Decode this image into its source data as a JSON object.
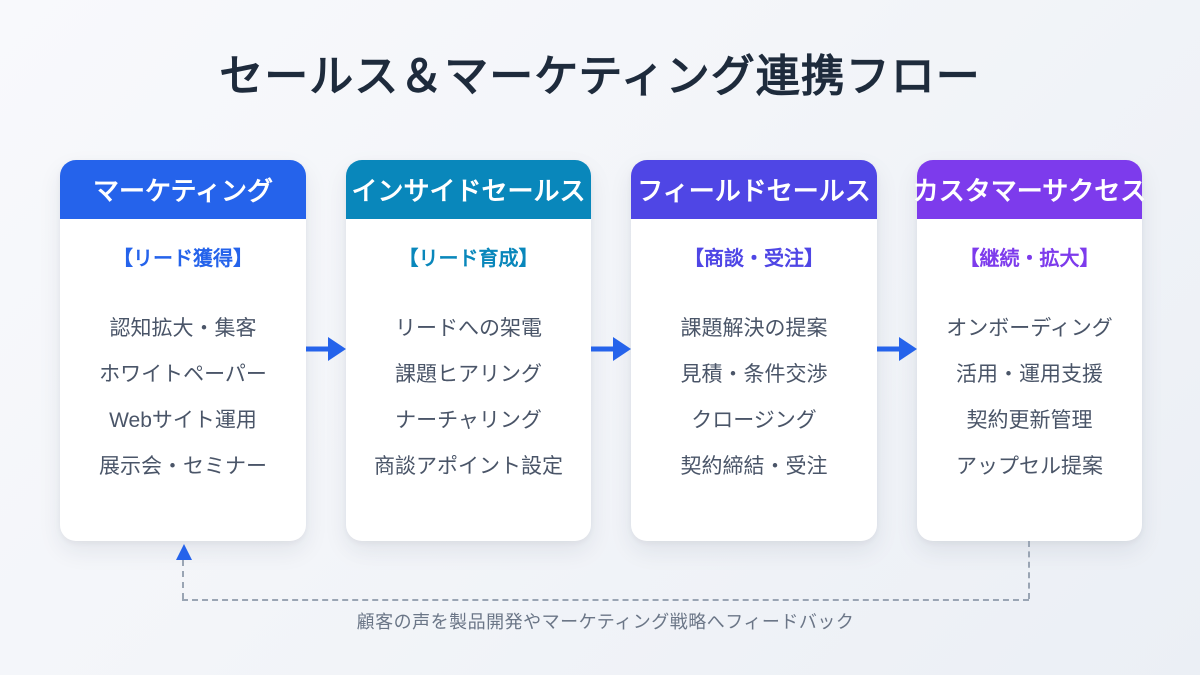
{
  "title": "セールス＆マーケティング連携フロー",
  "colors": {
    "title_text": "#1e2b3c",
    "body_text": "#4a5568",
    "arrow": "#2563eb",
    "dash_line": "#9aa5b4",
    "feedback_text": "#6b7687",
    "background_start": "#f8f9fc",
    "background_end": "#ebeff5",
    "card_background": "#ffffff"
  },
  "cards": [
    {
      "title": "マーケティング",
      "subtitle": "【リード獲得】",
      "color": "#2563eb",
      "items": [
        "認知拡大・集客",
        "ホワイトペーパー",
        "Webサイト運用",
        "展示会・セミナー"
      ]
    },
    {
      "title": "インサイドセールス",
      "subtitle": "【リード育成】",
      "color": "#0987bb",
      "items": [
        "リードへの架電",
        "課題ヒアリング",
        "ナーチャリング",
        "商談アポイント設定"
      ]
    },
    {
      "title": "フィールドセールス",
      "subtitle": "【商談・受注】",
      "color": "#4f46e5",
      "items": [
        "課題解決の提案",
        "見積・条件交渉",
        "クロージング",
        "契約締結・受注"
      ]
    },
    {
      "title": "カスタマーサクセス",
      "subtitle": "【継続・拡大】",
      "color": "#7d3bec",
      "items": [
        "オンボーディング",
        "活用・運用支援",
        "契約更新管理",
        "アップセル提案"
      ]
    }
  ],
  "feedback": {
    "label": "顧客の声を製品開発やマーケティング戦略へフィードバック"
  }
}
